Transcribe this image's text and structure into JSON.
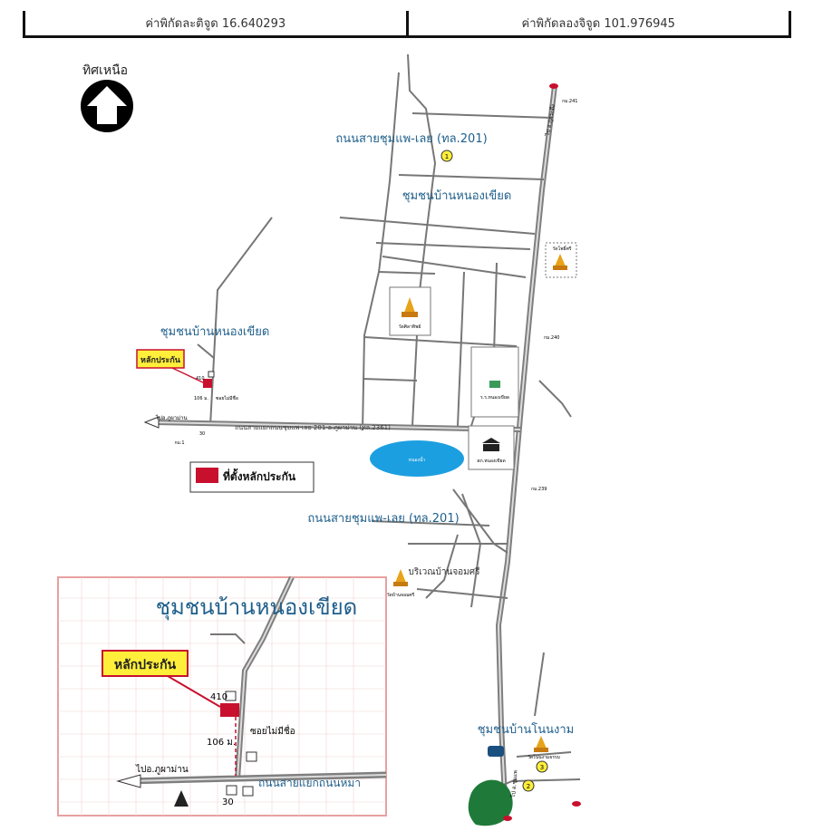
{
  "header": {
    "latitude": "ค่าพิกัดละติจูด 16.640293",
    "longitude": "ค่าพิกัดลองจิจูด 101.976945"
  },
  "compass": {
    "label": "ทิศเหนือ",
    "icon": "north-arrow-icon"
  },
  "map": {
    "road_label_top": "ถนนสายชุมแพ-เลย (ทล.201)",
    "road_label_bottom": "ถนนสายชุมแพ-เลย (ทล.201)",
    "community_center": "ชุมชนบ้านหนองเขียด",
    "community_west": "ชุมชนบ้านหนองเขียด",
    "community_south": "ชุมชนบ้านโนนงาม",
    "area_label": "บริเวณบ้านจอมศรี",
    "collateral_tag": "หลักประกัน",
    "soi_label": "ซอยไม่มีชื่อ",
    "house_number": "410",
    "distance": "106 ม.",
    "to_phu_pha_man": "ไปอ.ภูผาม่าน",
    "road_2361": "ถนนสายแยกถนนชุมแพ-เลย 201-อ.ภูผาม่าน (ทล.2361)",
    "pond": "หนองน้ำ",
    "km_marker": "กม.1",
    "num_30": "30",
    "temple_center": "วัดศิลาทิพย์",
    "temple_east": "วัดโพธิ์ศรี",
    "temple_south": "วัดโนนงามธรรม",
    "temple_jomsri": "วัดบ้านจอมศรี",
    "school": "ร.ร.หนองเขียด",
    "police": "สภ.หนองเขียด",
    "km_markers": [
      "กม.241",
      "กม.240",
      "กม.239"
    ],
    "to_phu_kradueng": "ไป อ.ภูกระดึง",
    "to_chum_phae": "ไป อ.ชุมแพ"
  },
  "legend": {
    "swatch_color": "#c8102e",
    "label": "ที่ตั้งหลักประกัน"
  },
  "inset": {
    "title": "ชุมชนบ้านหนองเขียด",
    "collateral_tag": "หลักประกัน",
    "house_number": "410",
    "soi_label": "ซอยไม่มีชื่อ",
    "distance": "106 ม.",
    "to_phu_pha_man": "ไปอ.ภูผาม่าน",
    "road_label": "ถนนสายแยกถนนหมา",
    "num_30": "30"
  },
  "colors": {
    "road": "#7f7f7f",
    "label_blue": "#1f5f8b",
    "collateral_red": "#c8102e",
    "tag_yellow": "#ffef3a",
    "pond": "#1c9fe0",
    "park": "#1f7a3a",
    "inset_border": "#e8a0a0"
  }
}
